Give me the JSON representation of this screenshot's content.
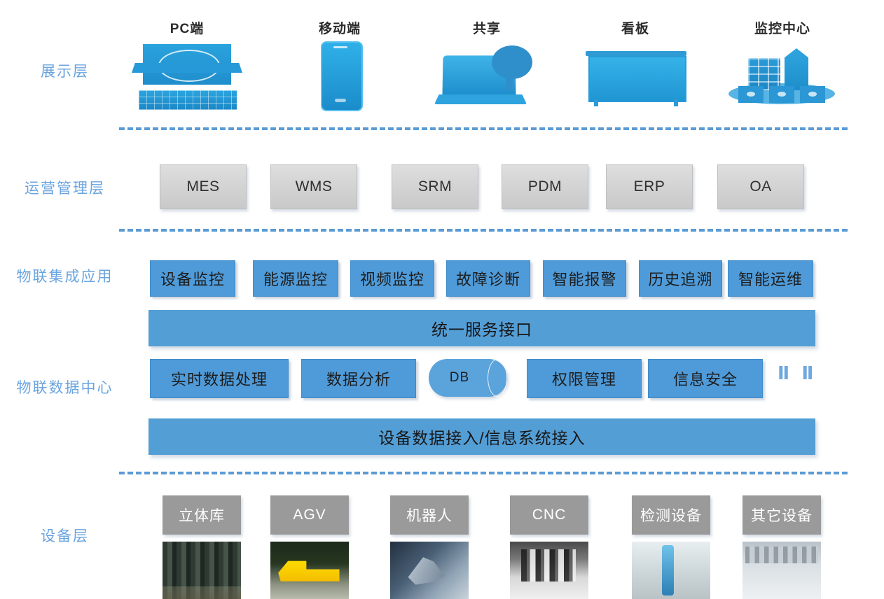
{
  "layers": {
    "presentation": "展示层",
    "operation": "运营管理层",
    "integration": "物联集成应用",
    "datacenter": "物联数据中心",
    "device": "设备层"
  },
  "presentation_items": [
    {
      "label": "PC端",
      "icon": "desktop-monitor-icon"
    },
    {
      "label": "移动端",
      "icon": "mobile-phone-icon"
    },
    {
      "label": "共享",
      "icon": "laptop-cloud-icon"
    },
    {
      "label": "看板",
      "icon": "kanban-board-icon"
    },
    {
      "label": "监控中心",
      "icon": "control-center-building-icon"
    }
  ],
  "operation_systems": [
    "MES",
    "WMS",
    "SRM",
    "PDM",
    "ERP",
    "OA"
  ],
  "integration_apps": [
    "设备监控",
    "能源监控",
    "视频监控",
    "故障诊断",
    "智能报警",
    "历史追溯",
    "智能运维"
  ],
  "service_bar": "统一服务接口",
  "datacenter_modules": [
    {
      "label": "实时数据处理",
      "shape": "rect"
    },
    {
      "label": "数据分析",
      "shape": "rect"
    },
    {
      "label": "DB",
      "shape": "cylinder"
    },
    {
      "label": "权限管理",
      "shape": "rect"
    },
    {
      "label": "信息安全",
      "shape": "rect"
    }
  ],
  "pause_marks": "Ⅱ Ⅱ",
  "access_bar": "设备数据接入/信息系统接入",
  "device_items": [
    {
      "label": "立体库",
      "photo": "automated-warehouse-photo"
    },
    {
      "label": "AGV",
      "photo": "agv-vehicle-photo"
    },
    {
      "label": "机器人",
      "photo": "industrial-robot-photo"
    },
    {
      "label": "CNC",
      "photo": "cnc-machine-photo"
    },
    {
      "label": "检测设备",
      "photo": "inspection-equipment-photo"
    },
    {
      "label": "其它设备",
      "photo": "other-equipment-photo"
    }
  ],
  "colors": {
    "label_blue": "#6aa4df",
    "divider_blue": "#5b9bd5",
    "chip_blue": "#4f9bd9",
    "bar_blue": "#549ed6",
    "ops_grey": "#d2d2d2",
    "device_grey": "#9a9a9a"
  }
}
